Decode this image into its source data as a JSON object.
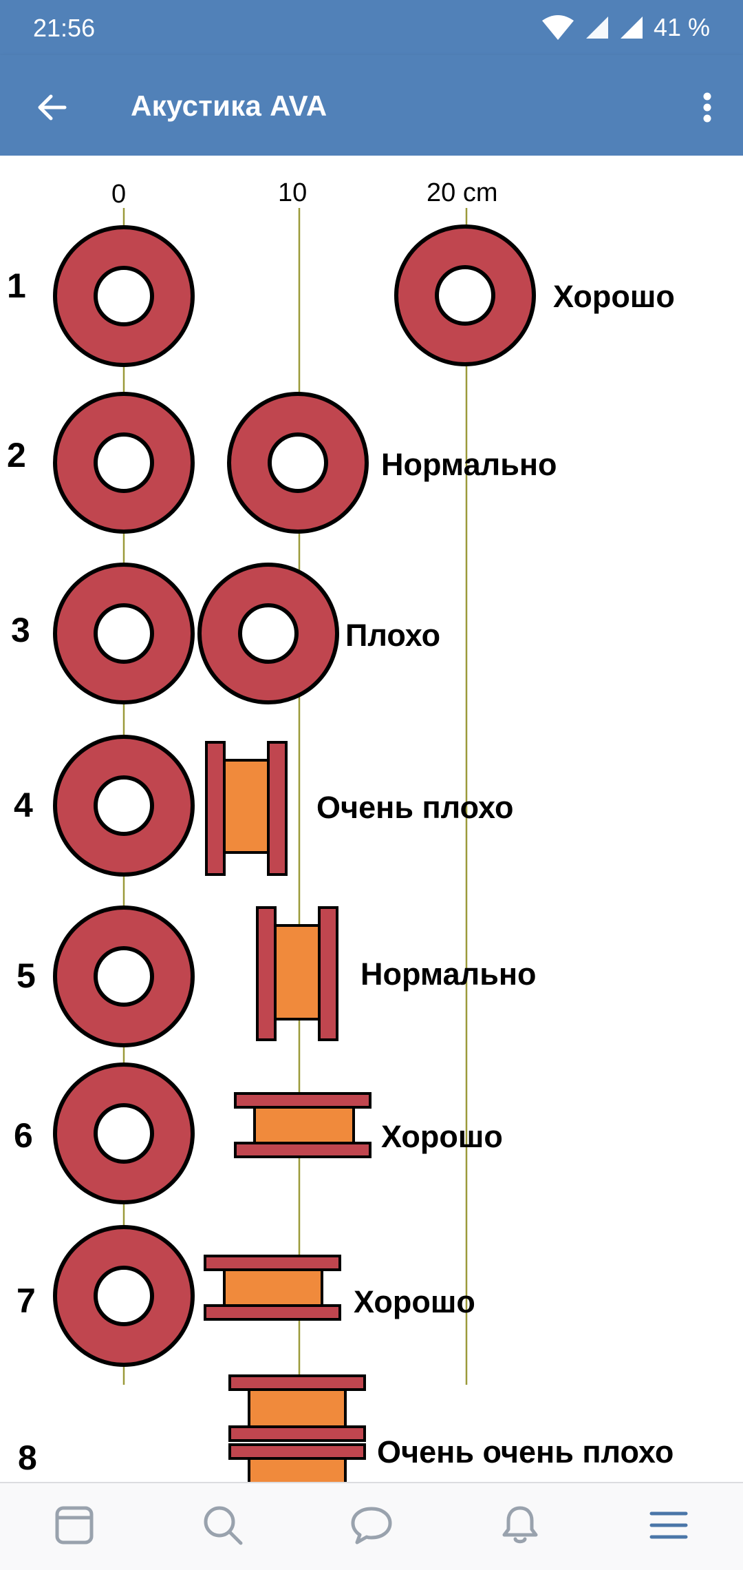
{
  "status_bar": {
    "time": "21:56",
    "battery": "41 %",
    "icons": [
      "wifi-icon",
      "signal-icon",
      "signal-icon"
    ]
  },
  "app_bar": {
    "title": "Акустика AVA",
    "back_icon": "arrow-left-icon",
    "menu_icon": "more-vertical-icon",
    "color": "#5181b8"
  },
  "diagram": {
    "scale_labels": [
      "0",
      "10",
      "20 cm"
    ],
    "rows": [
      {
        "number": "1",
        "rating": "Хорошо"
      },
      {
        "number": "2",
        "rating": "Нормально"
      },
      {
        "number": "3",
        "rating": "Плохо"
      },
      {
        "number": "4",
        "rating": "Очень плохо"
      },
      {
        "number": "5",
        "rating": "Нормально"
      },
      {
        "number": "6",
        "rating": "Хорошо"
      },
      {
        "number": "7",
        "rating": "Хорошо"
      },
      {
        "number": "8",
        "rating": "Очень очень плохо"
      }
    ],
    "colors": {
      "ring": "#c0464f",
      "core": "#f08a3c",
      "ruler": "#9b9a3a"
    }
  },
  "bottom_nav": {
    "items": [
      {
        "icon": "news-icon"
      },
      {
        "icon": "search-icon"
      },
      {
        "icon": "messages-icon"
      },
      {
        "icon": "notifications-icon"
      },
      {
        "icon": "menu-icon",
        "active": true
      }
    ],
    "active_color": "#4a76a8",
    "inactive_color": "#99a2ad"
  }
}
